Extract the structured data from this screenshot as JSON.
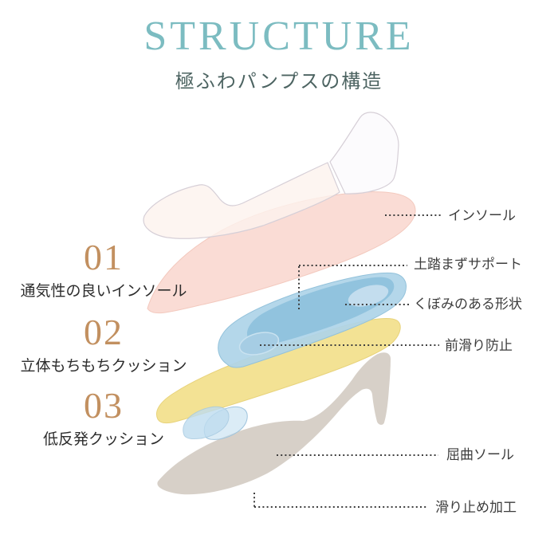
{
  "title": "STRUCTURE",
  "subtitle": "極ふわパンプスの構造",
  "left_features": [
    {
      "number": "01",
      "label": "通気性の良いインソール"
    },
    {
      "number": "02",
      "label": "立体もちもちクッション"
    },
    {
      "number": "03",
      "label": "低反発クッション"
    }
  ],
  "right_labels": [
    {
      "text": "インソール"
    },
    {
      "text": "土踏まずサポート"
    },
    {
      "text": "くぼみのある形状"
    },
    {
      "text": "前滑り防止"
    },
    {
      "text": "屈曲ソール"
    },
    {
      "text": "滑り止め加工"
    }
  ],
  "colors": {
    "title": "#7cbcc1",
    "subtitle": "#4d6462",
    "number": "#c29060",
    "text": "#2d2d2d",
    "label": "#3d3d3d",
    "leader": "#3f3f3f",
    "outline": "#d6cfd7",
    "shoe_cover": "#fdf2ee",
    "shoe_cover_heel": "#fcfafd",
    "insole": "#fadcd5",
    "insole_edge": "#f3c9be",
    "arch_outer": "#aed4e8",
    "arch_inner": "#8bbfdc",
    "arch_hollow": "#c3ddee",
    "arch_bump": "#a6cde4",
    "cushion_yellow": "#f3e294",
    "cushion_yellow_edge": "#e8d37c",
    "toe_cushion": "#bedcef",
    "toe_cushion_edge": "#9fc4dd",
    "outsole": "#d7d0c8"
  },
  "diagram_layers": [
    {
      "id": "shoe-cover"
    },
    {
      "id": "insole"
    },
    {
      "id": "arch-support-cushion"
    },
    {
      "id": "cushion"
    },
    {
      "id": "toe-cushion"
    },
    {
      "id": "outsole"
    }
  ]
}
